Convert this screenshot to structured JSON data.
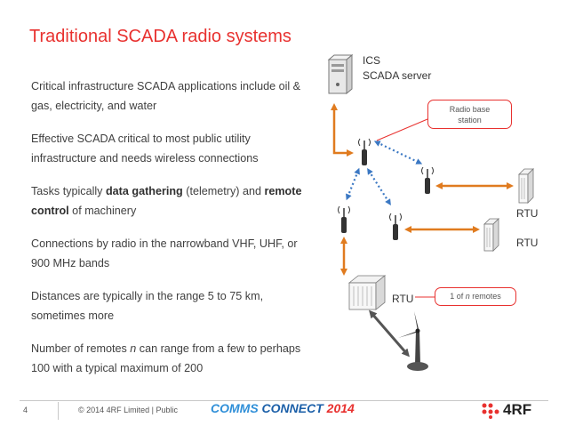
{
  "title": "Traditional SCADA radio systems",
  "bullets": [
    {
      "parts": [
        {
          "t": "Critical infrastructure SCADA applications include oil & gas, electricity, and water",
          "s": ""
        }
      ]
    },
    {
      "parts": [
        {
          "t": "Effective SCADA critical to most public utility infrastructure and needs wireless connections",
          "s": ""
        }
      ]
    },
    {
      "parts": [
        {
          "t": "Tasks typically ",
          "s": ""
        },
        {
          "t": "data gathering",
          "s": "b"
        },
        {
          "t": " (telemetry) and ",
          "s": ""
        },
        {
          "t": "remote control",
          "s": "b"
        },
        {
          "t": " of machinery",
          "s": ""
        }
      ]
    },
    {
      "parts": [
        {
          "t": "Connections by radio in the narrowband VHF, UHF, or 900 MHz bands",
          "s": ""
        }
      ]
    },
    {
      "parts": [
        {
          "t": "Distances are typically in the range 5 to 75 km, sometimes more",
          "s": ""
        }
      ]
    },
    {
      "parts": [
        {
          "t": "Number of remotes ",
          "s": ""
        },
        {
          "t": "n",
          "s": "i"
        },
        {
          "t": " can range from a few to perhaps 100 with a typical maximum of 200",
          "s": ""
        }
      ]
    }
  ],
  "diagram": {
    "ics_line1": "ICS",
    "ics_line2": "SCADA server",
    "rtu_label": "RTU",
    "base_callout_line1": "Radio base",
    "base_callout_line2": "station",
    "remote_callout_pre": "1 of ",
    "remote_callout_n": "n",
    "remote_callout_post": " remotes"
  },
  "footer": {
    "page_number": "4",
    "copyright": "© 2014 4RF Limited | Public",
    "brand_part1": "COMMS",
    "brand_part2": " CONNECT",
    "brand_part3": " 2014",
    "logo_text": "4RF"
  },
  "colors": {
    "accent": "#e8312f",
    "arrow_orange": "#e07b1f",
    "dotted_blue": "#3b78c3",
    "dark_link": "#555555"
  },
  "icons": [
    "server-icon",
    "radio-antenna-icon",
    "rtu-cabinet-icon",
    "wind-turbine-icon",
    "4rf-logo-icon"
  ]
}
